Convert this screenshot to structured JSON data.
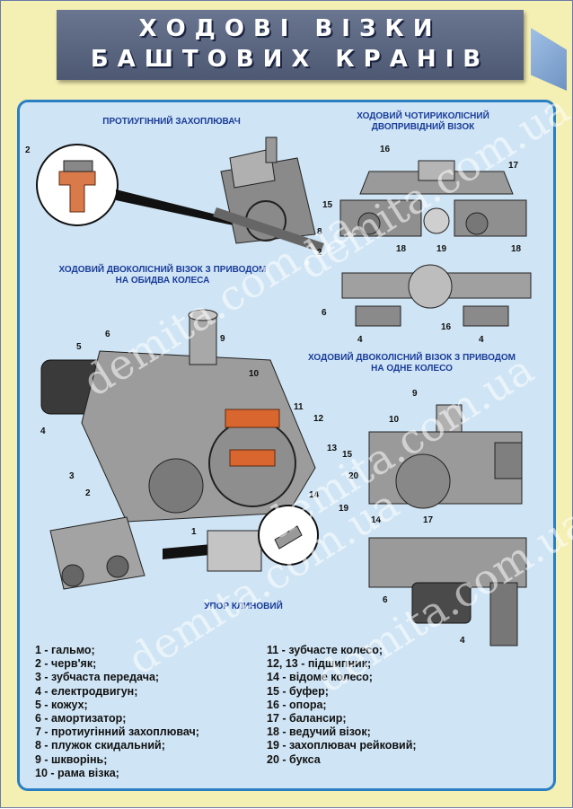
{
  "title": {
    "line1": "ХОДОВІ ВІЗКИ",
    "line2": "БАШТОВИХ КРАНІВ"
  },
  "captions": {
    "counterclamp": "ПРОТИУГІННИЙ ЗАХОПЛЮВАЧ",
    "four_wheel": "ХОДОВИЙ ЧОТИРИКОЛІСНИЙ\nДВОПРИВІДНИЙ ВІЗОК",
    "two_wheel_rim": "ХОДОВИЙ ДВОКОЛІСНИЙ ВІЗОК З ПРИВОДОМ\nНА ОБИДВА КОЛЕСА",
    "two_wheel_one": "ХОДОВИЙ ДВОКОЛІСНИЙ ВІЗОК З ПРИВОДОМ\nНА ОДНЕ КОЛЕСО",
    "wedge_stop": "УПОР КЛИНОВИЙ"
  },
  "legend_left": [
    "1 - гальмо;",
    "2 - черв'як;",
    "3 - зубчаста передача;",
    "4 - електродвигун;",
    "5 - кожух;",
    "6 - амортизатор;",
    "7 - протиугінний захоплювач;",
    "8 - плужок скидальний;",
    "9 - шкворінь;",
    "10 - рама візка;"
  ],
  "legend_right": [
    "11 - зубчасте колесо;",
    "12, 13 - підшипник;",
    "14 - відоме колесо;",
    "15 - буфер;",
    "16 - опора;",
    "17 - балансир;",
    "18 - ведучий візок;",
    "19 - захоплювач рейковий;",
    "20 - букса"
  ],
  "callouts": {
    "c2a": "2",
    "c2b": "2",
    "c16": "16",
    "c17": "17",
    "c15": "15",
    "c8": "8",
    "c18a": "18",
    "c19": "19",
    "c18b": "18",
    "c6a": "6",
    "c4a": "4",
    "c16b": "16",
    "c4b": "4",
    "c5": "5",
    "c6b": "6",
    "c9a": "9",
    "c10a": "10",
    "c4c": "4",
    "c11": "11",
    "c12": "12",
    "c13": "13",
    "c3": "3",
    "c2c": "2",
    "c14a": "14",
    "c1": "1",
    "c9b": "9",
    "c10b": "10",
    "c15b": "15",
    "c20": "20",
    "c19b": "19",
    "c14b": "14",
    "c17b": "17",
    "c6c": "6",
    "c4d": "4"
  },
  "watermark": "demita.com.ua",
  "colors": {
    "poster_bg": "#f4efb2",
    "panel_bg": "#cfe4f4",
    "panel_border": "#2a7fc3",
    "caption": "#1a3c9a",
    "banner": "#55607b"
  }
}
